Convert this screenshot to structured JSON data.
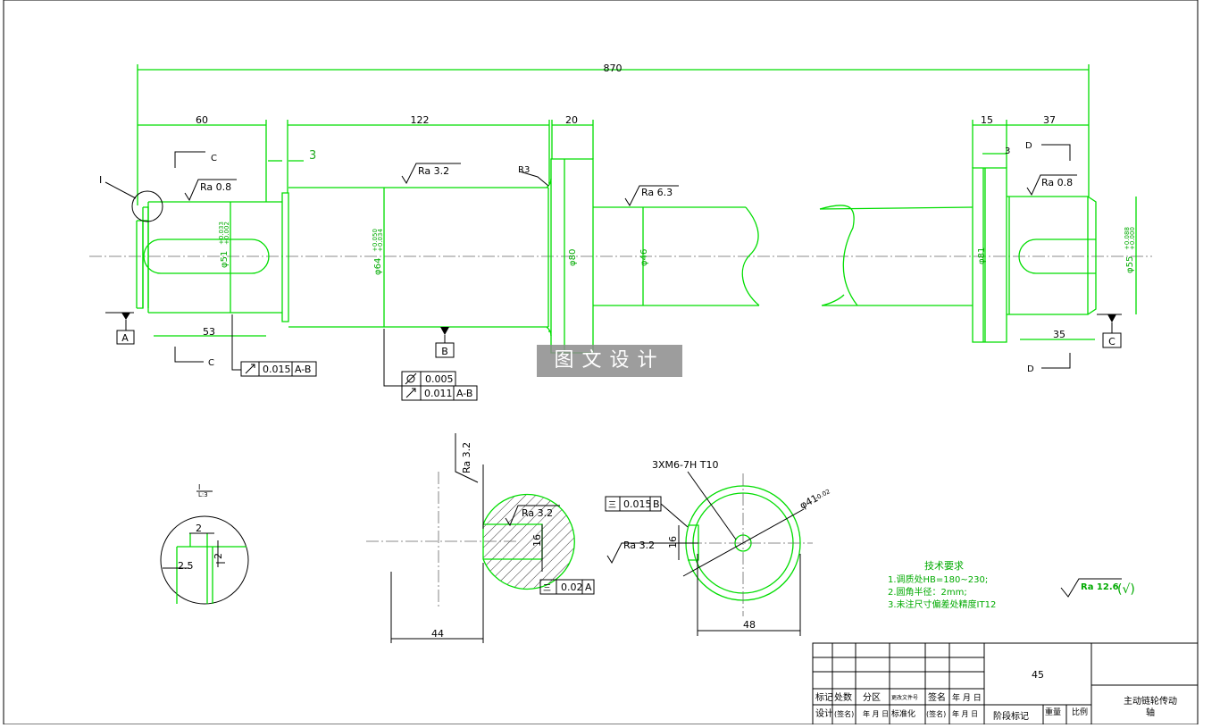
{
  "dimensions": {
    "overall": "870",
    "left_len": "60",
    "mid_len": "122",
    "collar_w": "20",
    "right_collar_w": "15",
    "right_len": "37",
    "groove": "3",
    "groove_r": "3",
    "key_left": "53",
    "key_right": "35",
    "fillet": "R3",
    "dia_left": "φ51",
    "dia_left_tol_top": "+0.033",
    "dia_left_tol_bot": "+0.002",
    "dia_mid": "φ64",
    "dia_mid_tol_top": "+0.050",
    "dia_mid_tol_bot": "+0.034",
    "dia_collar": "φ80",
    "dia_shaft": "φ46",
    "dia_right_collar": "φ81",
    "dia_right": "φ55",
    "dia_right_tol_top": "+0.088",
    "dia_right_tol_bot": "+0.000",
    "sec_c_width": "44",
    "sec_c_key": "16",
    "sec_d_width": "48",
    "sec_d_key": "16",
    "sec_d_dia": "φ41",
    "sec_d_dia_tol": "-0.02",
    "detail_a": "2",
    "detail_b": "2",
    "detail_c": "2.5"
  },
  "roughness": {
    "ra08": "Ra 0.8",
    "ra32": "Ra 3.2",
    "ra63": "Ra 6.3",
    "ra125": "Ra 12.6",
    "check": "(√)"
  },
  "tolerance": {
    "runout_left": "0.015",
    "runout_left_ref": "A-B",
    "cyl": "0.005",
    "runout_mid": "0.011",
    "runout_mid_ref": "A-B",
    "sym_c": "0.02",
    "sym_c_ref": "A",
    "sym_d": "0.015",
    "sym_d_ref": "B"
  },
  "labels": {
    "datum_a": "A",
    "datum_b": "B",
    "datum_c": "C",
    "sec_c": "C",
    "sec_d": "D",
    "detail": "I",
    "detail_scale": "I",
    "detail_ratio": "L:3",
    "thread": "3XM6-7H T10"
  },
  "watermark": "图文设计",
  "tech": {
    "title": "技术要求",
    "l1": "1.调质处HB=180~230;",
    "l2": "2.圆角半径：2mm;",
    "l3": "3.未注尺寸偏差处精度IT12"
  },
  "title_block": {
    "material": "45",
    "name_line1": "主动链轮传动",
    "name_line2": "轴",
    "h1": "标记",
    "h2": "处数",
    "h3": "分区",
    "h4": "更改文件号",
    "h5": "签名",
    "h6": "年 月 日",
    "r1": "设计",
    "r2": "(签名)",
    "r3": "年 月 日",
    "r4": "标准化",
    "r5": "(签名)",
    "r6": "年 月 日",
    "stage": "阶段标记",
    "weight": "重量",
    "scale": "比例"
  }
}
